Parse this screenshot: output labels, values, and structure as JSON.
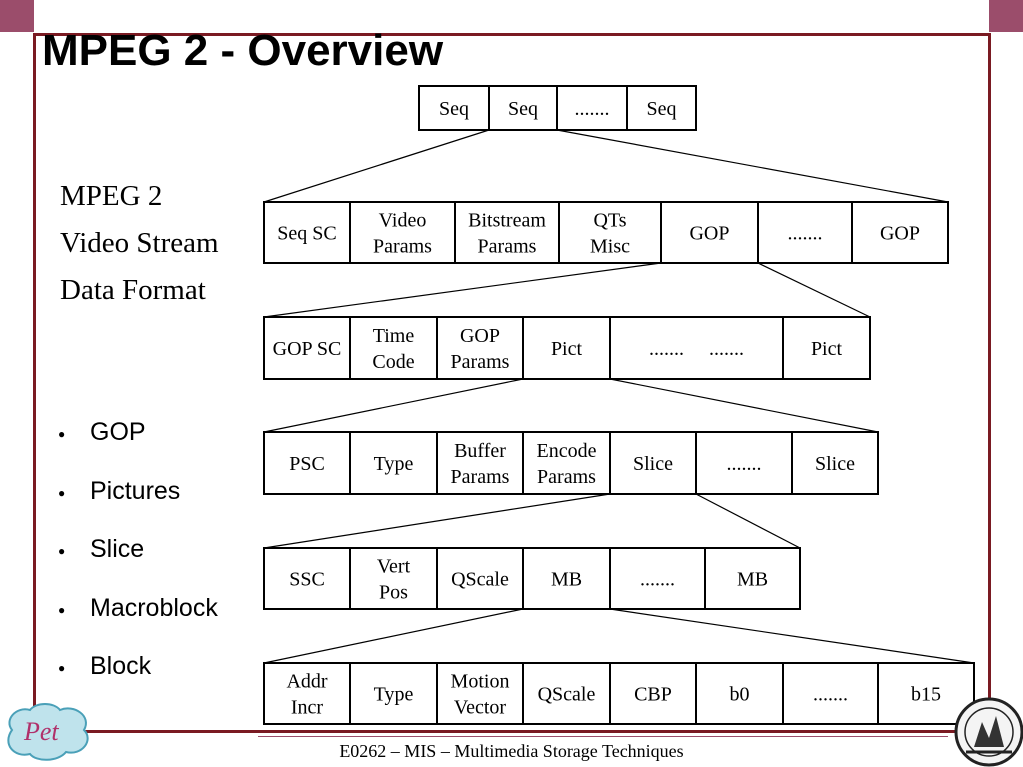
{
  "slide": {
    "title": "MPEG 2 - Overview",
    "subtitle_lines": [
      "MPEG 2",
      "Video Stream",
      "Data Format"
    ],
    "bullets": [
      "GOP",
      "Pictures",
      "Slice",
      "Macroblock",
      "Block"
    ],
    "footer": "E0262 – MIS – Multimedia Storage Techniques",
    "logo_text": "Pet"
  },
  "diagram": {
    "rows": [
      {
        "name": "sequence-row",
        "cells": [
          [
            "Seq"
          ],
          [
            "Seq"
          ],
          [
            "......."
          ],
          [
            "Seq"
          ]
        ]
      },
      {
        "name": "sequence-layer-row",
        "cells": [
          [
            "Seq SC"
          ],
          [
            "Video",
            "Params"
          ],
          [
            "Bitstream",
            "Params"
          ],
          [
            "QTs",
            "Misc"
          ],
          [
            "GOP"
          ],
          [
            "......."
          ],
          [
            "GOP"
          ]
        ]
      },
      {
        "name": "gop-layer-row",
        "cells": [
          [
            "GOP SC"
          ],
          [
            "Time",
            "Code"
          ],
          [
            "GOP",
            "Params"
          ],
          [
            "Pict"
          ],
          [
            ".......     ......."
          ],
          [
            "Pict"
          ]
        ]
      },
      {
        "name": "picture-layer-row",
        "cells": [
          [
            "PSC"
          ],
          [
            "Type"
          ],
          [
            "Buffer",
            "Params"
          ],
          [
            "Encode",
            "Params"
          ],
          [
            "Slice"
          ],
          [
            "......."
          ],
          [
            "Slice"
          ]
        ]
      },
      {
        "name": "slice-layer-row",
        "cells": [
          [
            "SSC"
          ],
          [
            "Vert",
            "Pos"
          ],
          [
            "QScale"
          ],
          [
            "MB"
          ],
          [
            "......."
          ],
          [
            "MB"
          ]
        ]
      },
      {
        "name": "macroblock-layer-row",
        "cells": [
          [
            "Addr",
            "Incr"
          ],
          [
            "Type"
          ],
          [
            "Motion",
            "Vector"
          ],
          [
            "QScale"
          ],
          [
            "CBP"
          ],
          [
            "b0"
          ],
          [
            "......."
          ],
          [
            "b15"
          ]
        ]
      }
    ]
  }
}
